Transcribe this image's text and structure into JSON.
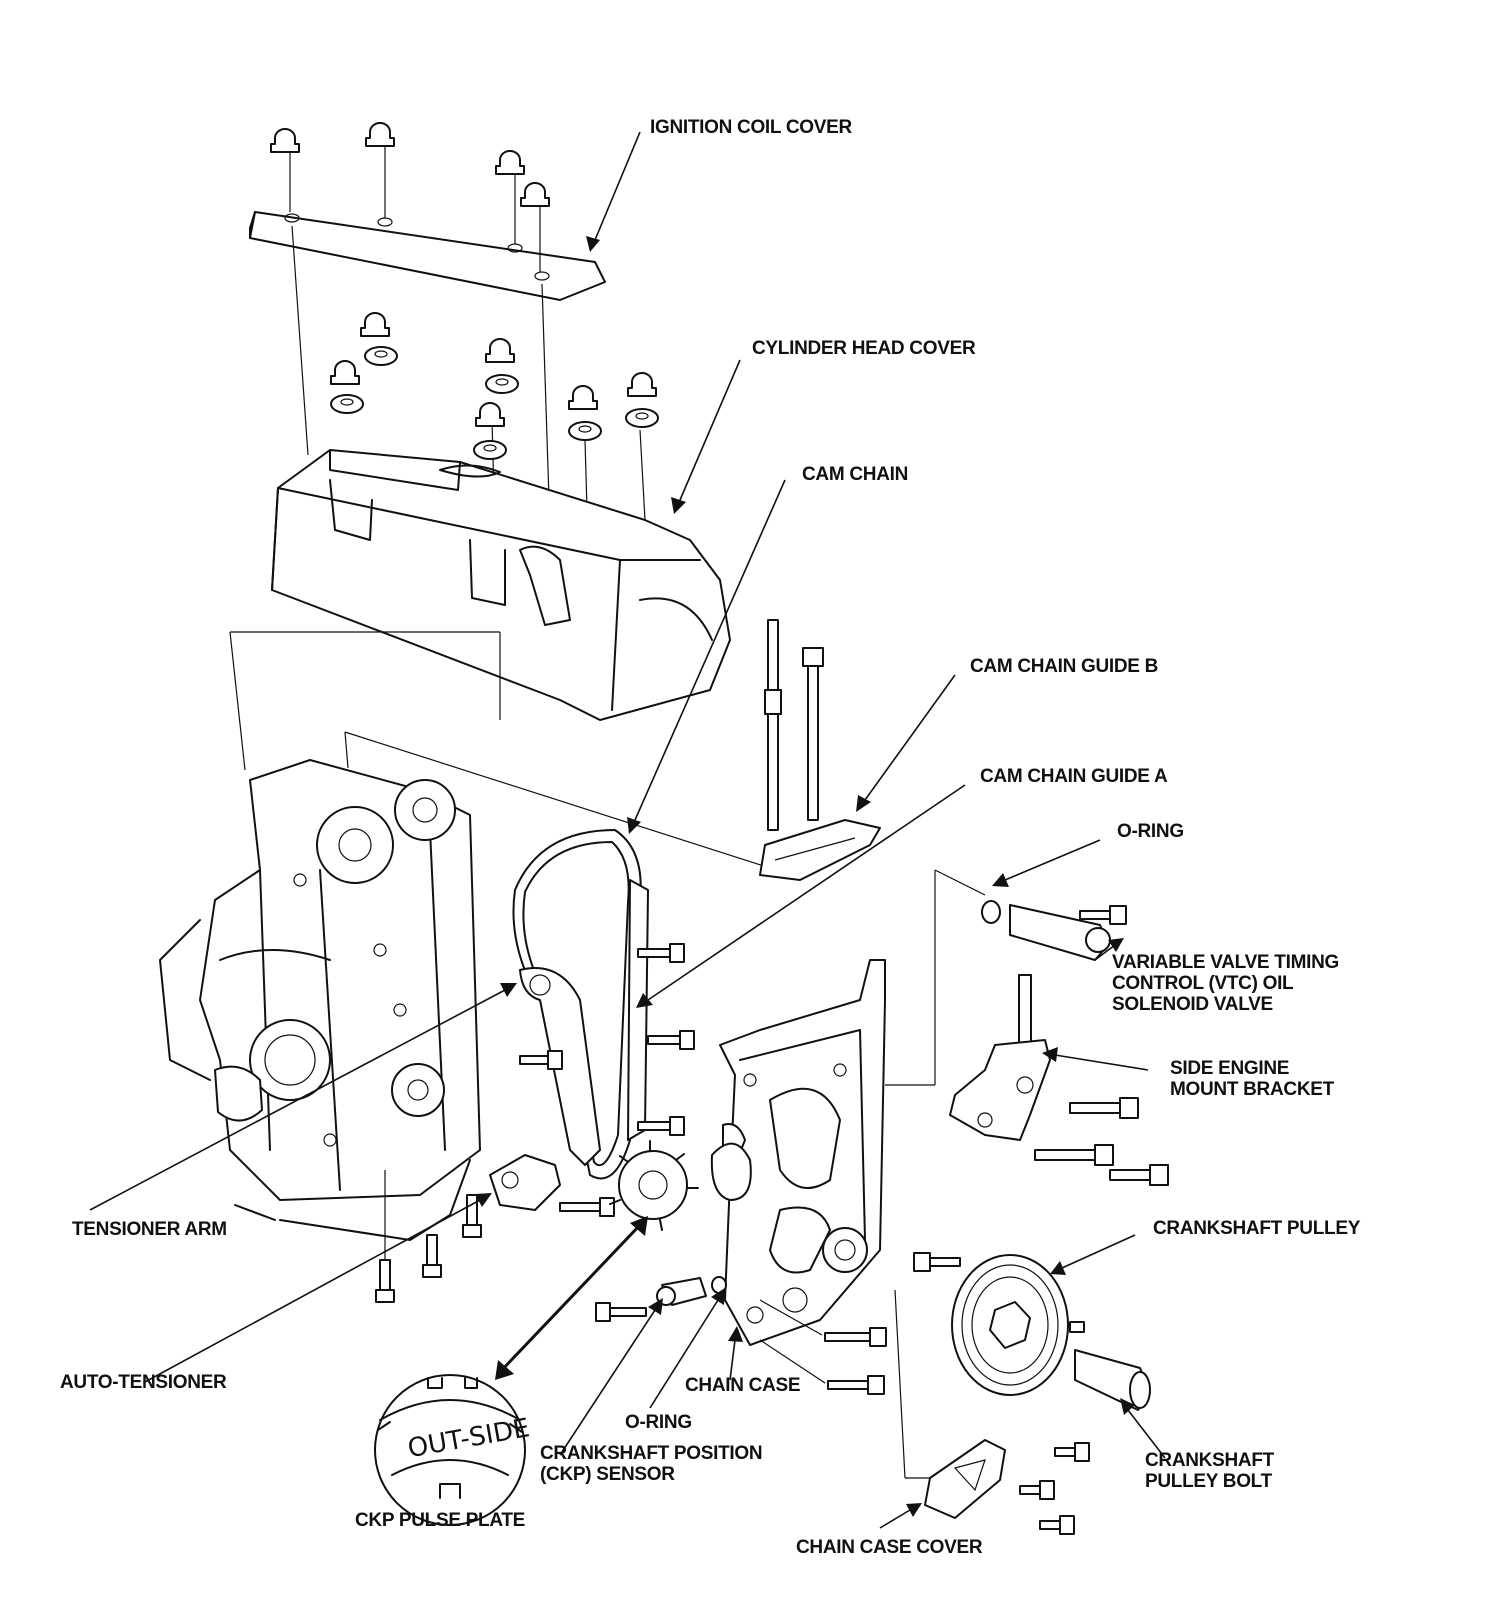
{
  "labels": {
    "ignition_coil_cover": "IGNITION COIL COVER",
    "cylinder_head_cover": "CYLINDER HEAD COVER",
    "cam_chain": "CAM CHAIN",
    "cam_chain_guide_b": "CAM CHAIN GUIDE B",
    "cam_chain_guide_a": "CAM CHAIN GUIDE A",
    "o_ring_top": "O-RING",
    "vtc_valve": [
      "VARIABLE VALVE TIMING",
      "CONTROL (VTC) OIL",
      "SOLENOID VALVE"
    ],
    "side_engine_mount_bracket": [
      "SIDE ENGINE",
      "MOUNT BRACKET"
    ],
    "crankshaft_pulley": "CRANKSHAFT PULLEY",
    "crankshaft_pulley_bolt": [
      "CRANKSHAFT",
      "PULLEY BOLT"
    ],
    "chain_case_cover": "CHAIN CASE COVER",
    "chain_case": "CHAIN CASE",
    "o_ring_bottom": "O-RING",
    "ckp_sensor": [
      "CRANKSHAFT POSITION",
      "(CKP) SENSOR"
    ],
    "ckp_pulse_plate": "CKP PULSE PLATE",
    "auto_tensioner": "AUTO-TENSIONER",
    "tensioner_arm": "TENSIONER ARM"
  },
  "pulse_plate_marking": "OUT-SIDE"
}
